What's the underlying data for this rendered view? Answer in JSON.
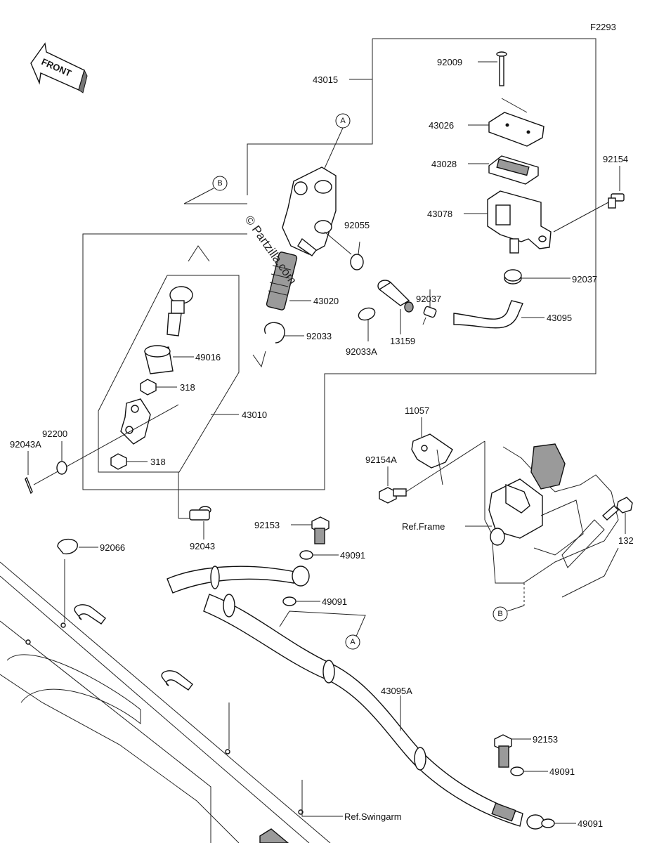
{
  "figure_code": "F2293",
  "front_label": "FRONT",
  "watermark": "© Partzilla.com",
  "callouts": {
    "a1": "A",
    "a2": "A",
    "b1": "B",
    "b2": "B"
  },
  "part_labels": {
    "p43015": "43015",
    "p92009": "92009",
    "p43026": "43026",
    "p43028": "43028",
    "p43078": "43078",
    "p92154": "92154",
    "p92055": "92055",
    "p92037a": "92037",
    "p92037b": "92037",
    "p43095": "43095",
    "p13159": "13159",
    "p92033A": "92033A",
    "p43020": "43020",
    "p92033": "92033",
    "p49016": "49016",
    "p318a": "318",
    "p318b": "318",
    "p43010": "43010",
    "p92200": "92200",
    "p92043A": "92043A",
    "p92043": "92043",
    "p11057": "11057",
    "p92154A": "92154A",
    "refFrame": "Ref.Frame",
    "p132": "132",
    "p92153a": "92153",
    "p49091a": "49091",
    "p49091b": "49091",
    "p92066": "92066",
    "p43095A": "43095A",
    "p92153b": "92153",
    "p49091c": "49091",
    "p49091d": "49091",
    "refSwingarm": "Ref.Swingarm"
  }
}
